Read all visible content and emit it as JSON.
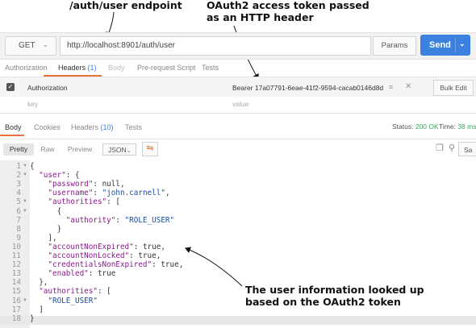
{
  "annotations": {
    "endpoint": "/auth/user endpoint",
    "token_line1": "OAuth2 access token passed",
    "token_line2": "as an HTTP header",
    "user_line1": "The user information looked up",
    "user_line2": "based on the OAuth2 token"
  },
  "request": {
    "method": "GET",
    "url": "http://localhost:8901/auth/user",
    "params_label": "Params",
    "send_label": "Send"
  },
  "request_tabs": {
    "authorization": "Authorization",
    "headers": "Headers",
    "headers_count": "(1)",
    "body": "Body",
    "prerequest": "Pre-request Script",
    "tests": "Tests"
  },
  "headers": {
    "key": "Authorization",
    "value": "Bearer 17a07791-6eae-41f2-9594-cacab0146d8d",
    "key_placeholder": "key",
    "value_placeholder": "value",
    "bulk_edit": "Bulk Edit"
  },
  "response_tabs": {
    "body": "Body",
    "cookies": "Cookies",
    "headers": "Headers",
    "headers_count": "(10)",
    "tests": "Tests"
  },
  "response_status": {
    "status_label": "Status:",
    "status_value": "200 OK",
    "time_label": "Time:",
    "time_value": "38 ms"
  },
  "response_toolbar": {
    "pretty": "Pretty",
    "raw": "Raw",
    "preview": "Preview",
    "format": "JSON",
    "save": "Sa"
  },
  "icons": {
    "format_chevron": "chevron-down-icon",
    "wrap": "wrap-lines-icon",
    "copy": "copy-icon",
    "search": "search-icon"
  },
  "colors": {
    "accent_blue": "#3b82e0",
    "accent_orange": "#e8743b",
    "status_green": "#3aa55c"
  },
  "code": {
    "line_numbers": [
      "1",
      "2",
      "3",
      "4",
      "5",
      "6",
      "7",
      "8",
      "9",
      "10",
      "11",
      "12",
      "13",
      "14",
      "15",
      "16",
      "17",
      "18"
    ],
    "l1": "{",
    "l2_key": "\"user\"",
    "l2_rest": ": {",
    "l3_key": "\"password\"",
    "l3_rest": ": null,",
    "l4_key": "\"username\"",
    "l4_val": "\"john.carnell\"",
    "l4_end": ",",
    "l5_key": "\"authorities\"",
    "l5_rest": ": [",
    "l6": "{",
    "l7_key": "\"authority\"",
    "l7_sep": ": ",
    "l7_val": "\"ROLE_USER\"",
    "l8": "}",
    "l9": "],",
    "l10_key": "\"accountNonExpired\"",
    "l10_rest": ": true,",
    "l11_key": "\"accountNonLocked\"",
    "l11_rest": ": true,",
    "l12_key": "\"credentialsNonExpired\"",
    "l12_rest": ": true,",
    "l13_key": "\"enabled\"",
    "l13_rest": ": true",
    "l14": "},",
    "l15_key": "\"authorities\"",
    "l15_rest": ": [",
    "l16_val": "\"ROLE_USER\"",
    "l17": "]",
    "l18": "}"
  }
}
